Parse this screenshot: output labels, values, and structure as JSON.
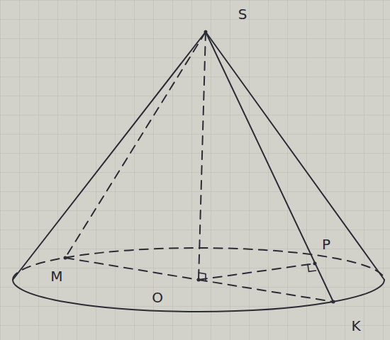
{
  "diagram": {
    "labels": [
      "S",
      "M",
      "O",
      "P",
      "K"
    ]
  }
}
